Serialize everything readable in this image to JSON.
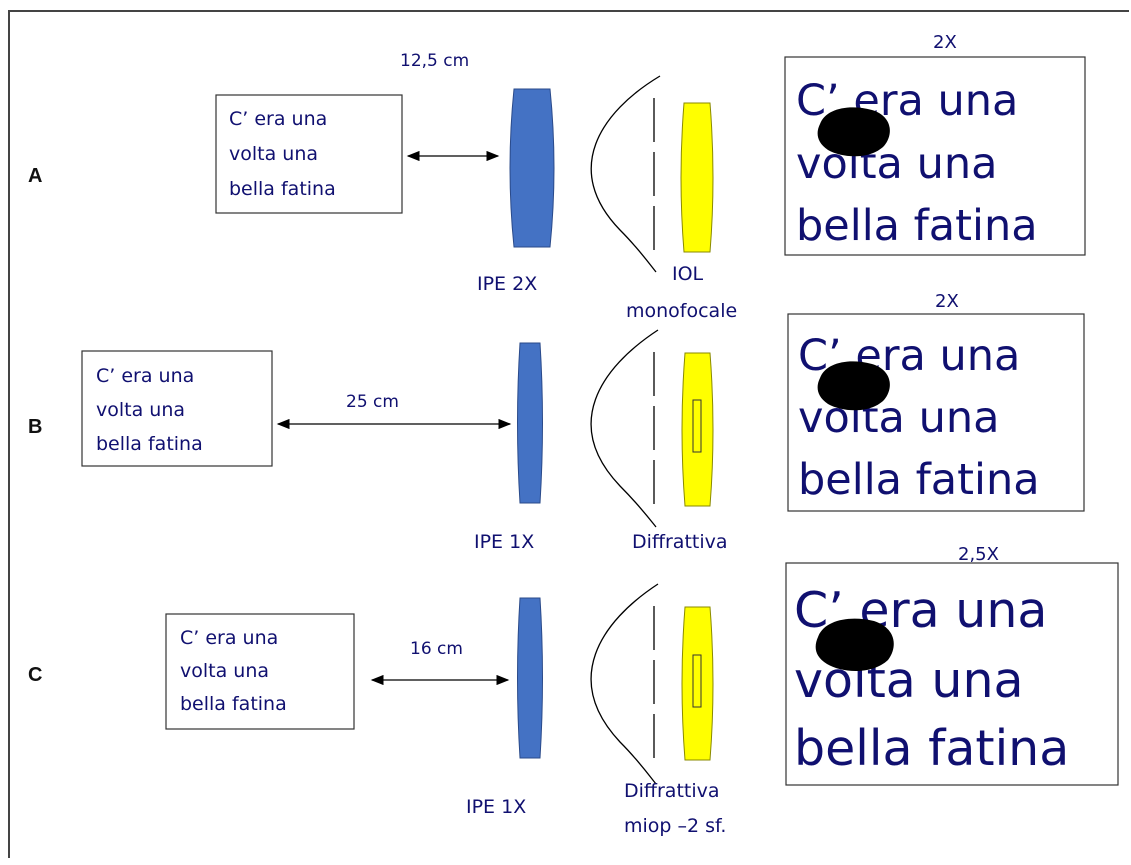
{
  "colors": {
    "text": "#101070",
    "ipe_lens": "#4472c4",
    "iol_lens": "#ffff00",
    "iol_outline": "#8a8a00",
    "blot": "#000000"
  },
  "rows": [
    {
      "label": "A",
      "object_lines": [
        "C’ era una",
        "volta una",
        "bella fatina"
      ],
      "distance": "12,5 cm",
      "ipe_label": "IPE 2X",
      "iol_label_lines": [
        "IOL",
        "monofocale"
      ],
      "iol_type": "monofocal",
      "magnification": "2X",
      "image_lines": [
        "C’ era una",
        "volta una",
        "bella fatina"
      ]
    },
    {
      "label": "B",
      "object_lines": [
        "C’ era una",
        "volta una",
        "bella fatina"
      ],
      "distance": "25 cm",
      "ipe_label": "IPE 1X",
      "iol_label_lines": [
        "Diffrattiva"
      ],
      "iol_type": "diffractive",
      "magnification": "2X",
      "image_lines": [
        "C’ era una",
        "volta una",
        "bella fatina"
      ]
    },
    {
      "label": "C",
      "object_lines": [
        "C’ era una",
        "volta una",
        "bella fatina"
      ],
      "distance": "16 cm",
      "ipe_label": "IPE 1X",
      "iol_label_lines": [
        "Diffrattiva",
        "miop –2 sf."
      ],
      "iol_type": "diffractive",
      "magnification": "2,5X",
      "image_lines": [
        "C’ era una",
        "volta una",
        "bella fatina"
      ]
    }
  ]
}
